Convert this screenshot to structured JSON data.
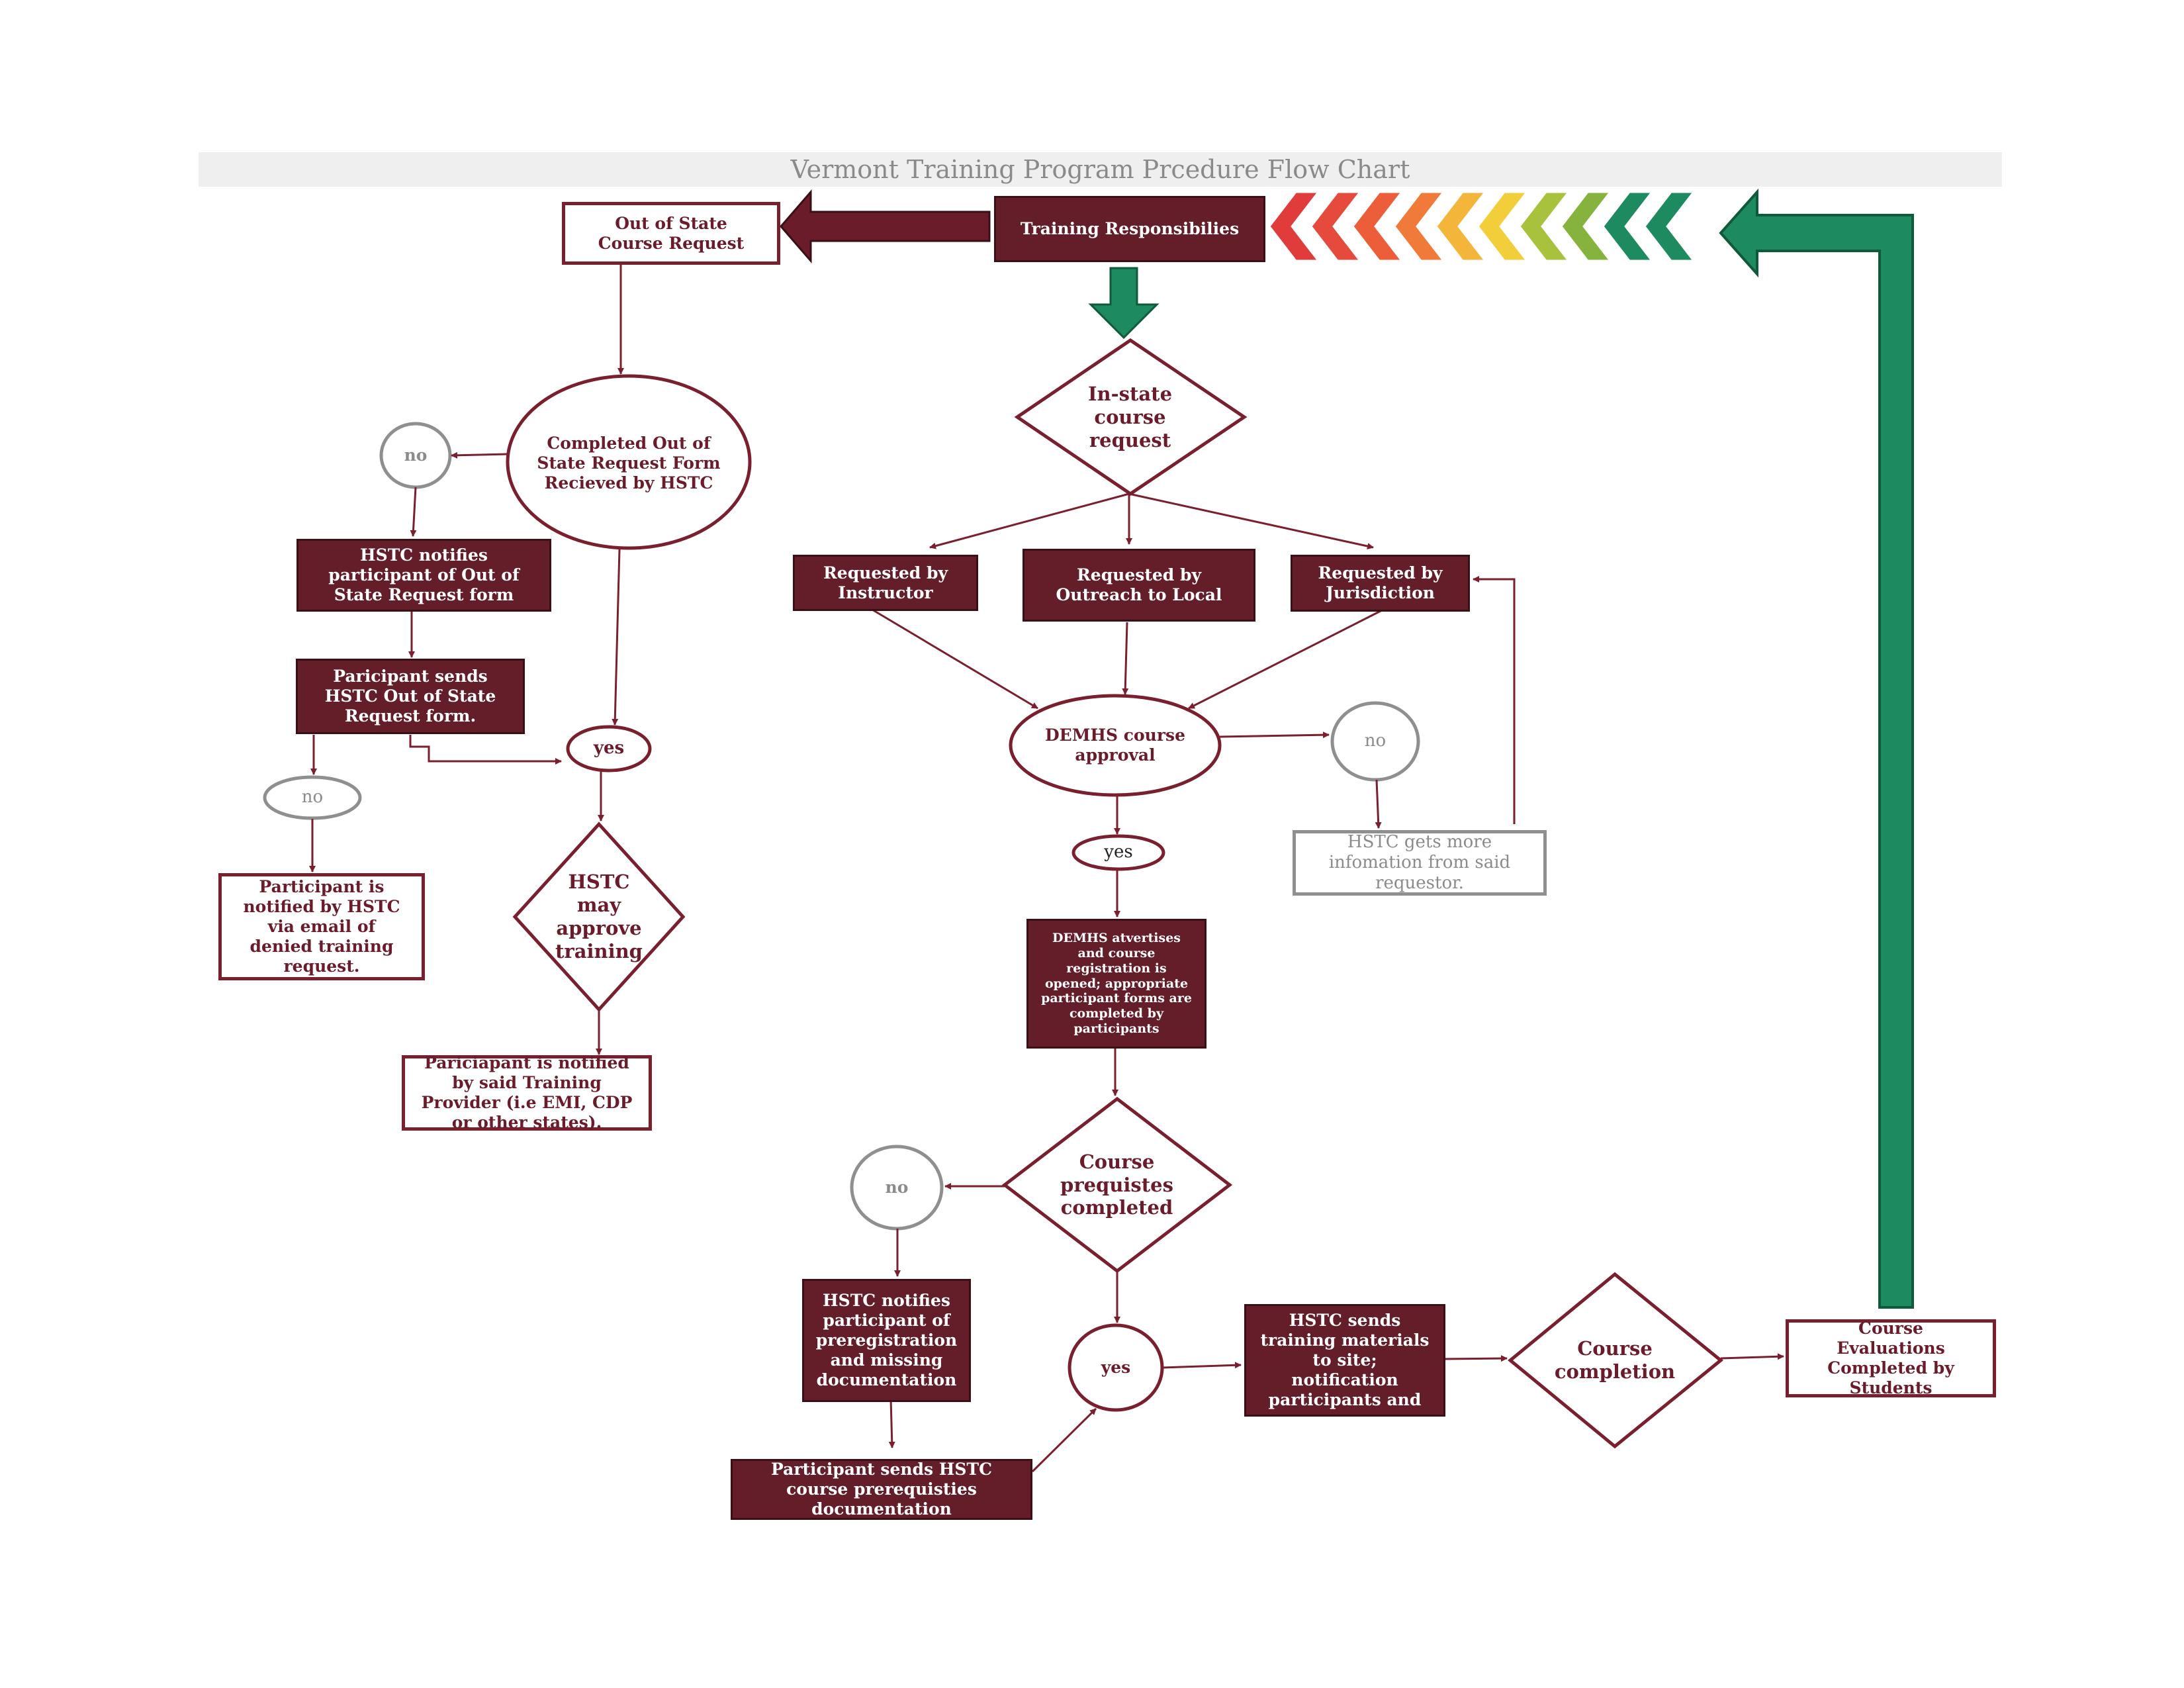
{
  "title": "Vermont Training Program Prcedure Flow Chart",
  "colors": {
    "dark_box": "#641e2a",
    "outline": "#7a1f2e",
    "grey_outline": "#8f8f8f",
    "green_arrow": "#1e8a5f",
    "chevrons": [
      "#e03c3c",
      "#e64a3c",
      "#ec5e3a",
      "#f07a3a",
      "#f4b63a",
      "#f2cf3a",
      "#a8c23e",
      "#86b33e",
      "#1e8a5f",
      "#1e8a5f"
    ]
  },
  "nodes": {
    "training_responsibilities": "Training Responsibilies",
    "out_of_state_request": "Out of State Course Request",
    "completed_form_received": "Completed  Out of State Request Form Recieved by HSTC",
    "no_left_top": "no",
    "hstc_notifies_form": "HSTC notifies participant of Out of State Request form",
    "participant_sends_form": "Paricipant sends HSTC Out of State Request form.",
    "yes_left": "yes",
    "no_left_bottom": "no",
    "participant_denied": "Participant is notified by HSTC via email of denied training request.",
    "hstc_may_approve": "HSTC may approve training",
    "notified_by_provider": "Pariciapant is notified by said Training Provider (i.e EMI, CDP or other states).",
    "in_state_request": "In-state course request",
    "requested_by_instructor": "Requested by Instructor",
    "requested_by_outreach": "Requested by Outreach to Local",
    "requested_by_jurisdiction": "Requested by Jurisdiction",
    "demhs_approval": "DEMHS course approval",
    "no_demhs": "no",
    "hstc_more_info": "HSTC gets more infomation from said requestor.",
    "yes_demhs": "yes",
    "demhs_advertises": "DEMHS atvertises and course registration is opened; appropriate participant forms are completed by participants",
    "prereqs_completed": "Course prequistes completed",
    "no_prereqs": "no",
    "hstc_notifies_prereg": "HSTC notifies participant of preregistration and missing documentation",
    "participant_sends_prereqs": "Participant sends HSTC course prerequisties documentation",
    "yes_prereqs": "yes",
    "hstc_sends_materials": "HSTC sends training materials to site; notification participants and",
    "course_completion": "Course completion",
    "course_evaluations": "Course Evaluations Completed by Students"
  }
}
